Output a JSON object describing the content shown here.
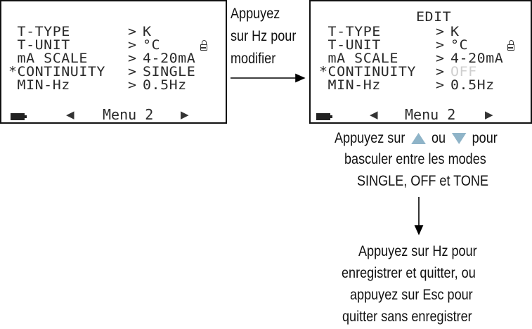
{
  "left_screen": {
    "rows": [
      {
        "label": " T-TYPE",
        "value": "K"
      },
      {
        "label": " T-UNIT",
        "value": "°C"
      },
      {
        "label": " mA SCALE",
        "value": "4-20mA"
      },
      {
        "label": "*CONTINUITY",
        "value": "SINGLE"
      },
      {
        "label": " MIN-Hz",
        "value": "0.5Hz"
      }
    ],
    "menu_label": "Menu 2"
  },
  "right_screen": {
    "header": "EDIT",
    "rows": [
      {
        "label": " T-TYPE",
        "value": "K"
      },
      {
        "label": " T-UNIT",
        "value": "°C"
      },
      {
        "label": " mA SCALE",
        "value": "4-20mA"
      },
      {
        "label": "*CONTINUITY",
        "value": "OFF"
      },
      {
        "label": " MIN-Hz",
        "value": "0.5Hz"
      }
    ],
    "menu_label": "Menu 2"
  },
  "separator": ">",
  "notes": {
    "press_hz_modify": [
      "Appuyez",
      "sur Hz pour",
      "modifier"
    ],
    "toggle_modes_prefix": "Appuyez sur",
    "toggle_modes_or": "ou",
    "toggle_modes_suffix": "pour",
    "toggle_modes_line2": "basculer entre les modes",
    "toggle_modes_line3": "SINGLE, OFF et TONE",
    "save_exit": [
      "Appuyez sur Hz pour",
      "enregistrer et quitter, ou",
      "appuyez sur Esc pour",
      "quitter sans enregistrer"
    ]
  },
  "icons": {
    "up_arrow": "triangle-up-icon",
    "down_arrow": "triangle-down-icon",
    "battery": "battery-icon",
    "lock": "lock-icon"
  },
  "colors": {
    "up_arrow": "#8fb4c8",
    "down_arrow": "#8fb4c8",
    "lcd_text": "#2a2a2a",
    "lcd_dim_text": "#cfcfcf"
  }
}
